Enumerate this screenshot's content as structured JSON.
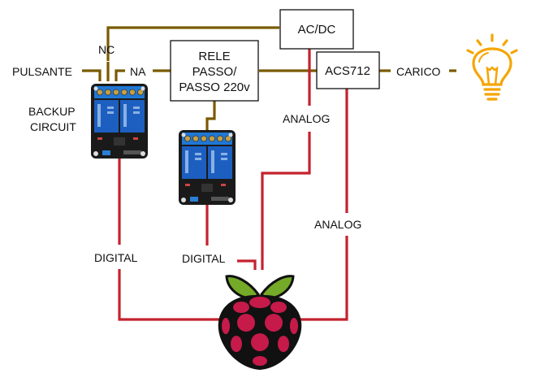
{
  "title": "Relay / Raspberry Pi wiring diagram",
  "colors": {
    "power_wire": "#7a5a00",
    "signal_wire": "#c4222e",
    "bulb": "#f5a500",
    "raspberry": "#c51a4a",
    "leaf": "#75a928",
    "relay_blue": "#1d6fd0"
  },
  "labels": {
    "pulsante": "PULSANTE",
    "nc": "NC",
    "na": "NA",
    "backup_line1": "BACKUP",
    "backup_line2": "CIRCUIT",
    "carico": "CARICO",
    "analog_acdc": "ANALOG",
    "analog_acs": "ANALOG",
    "digital_backup": "DIGITAL",
    "digital_relay": "DIGITAL"
  },
  "boxes": {
    "rele": {
      "line1": "RELE",
      "line2": "PASSO/",
      "line3": "PASSO 220v"
    },
    "acdc": {
      "label": "AC/DC"
    },
    "acs712": {
      "label": "ACS712"
    }
  },
  "icons": {
    "relay_module": "relay-module-icon",
    "raspberry_pi": "raspberry-pi-icon",
    "light_bulb": "light-bulb-icon"
  }
}
